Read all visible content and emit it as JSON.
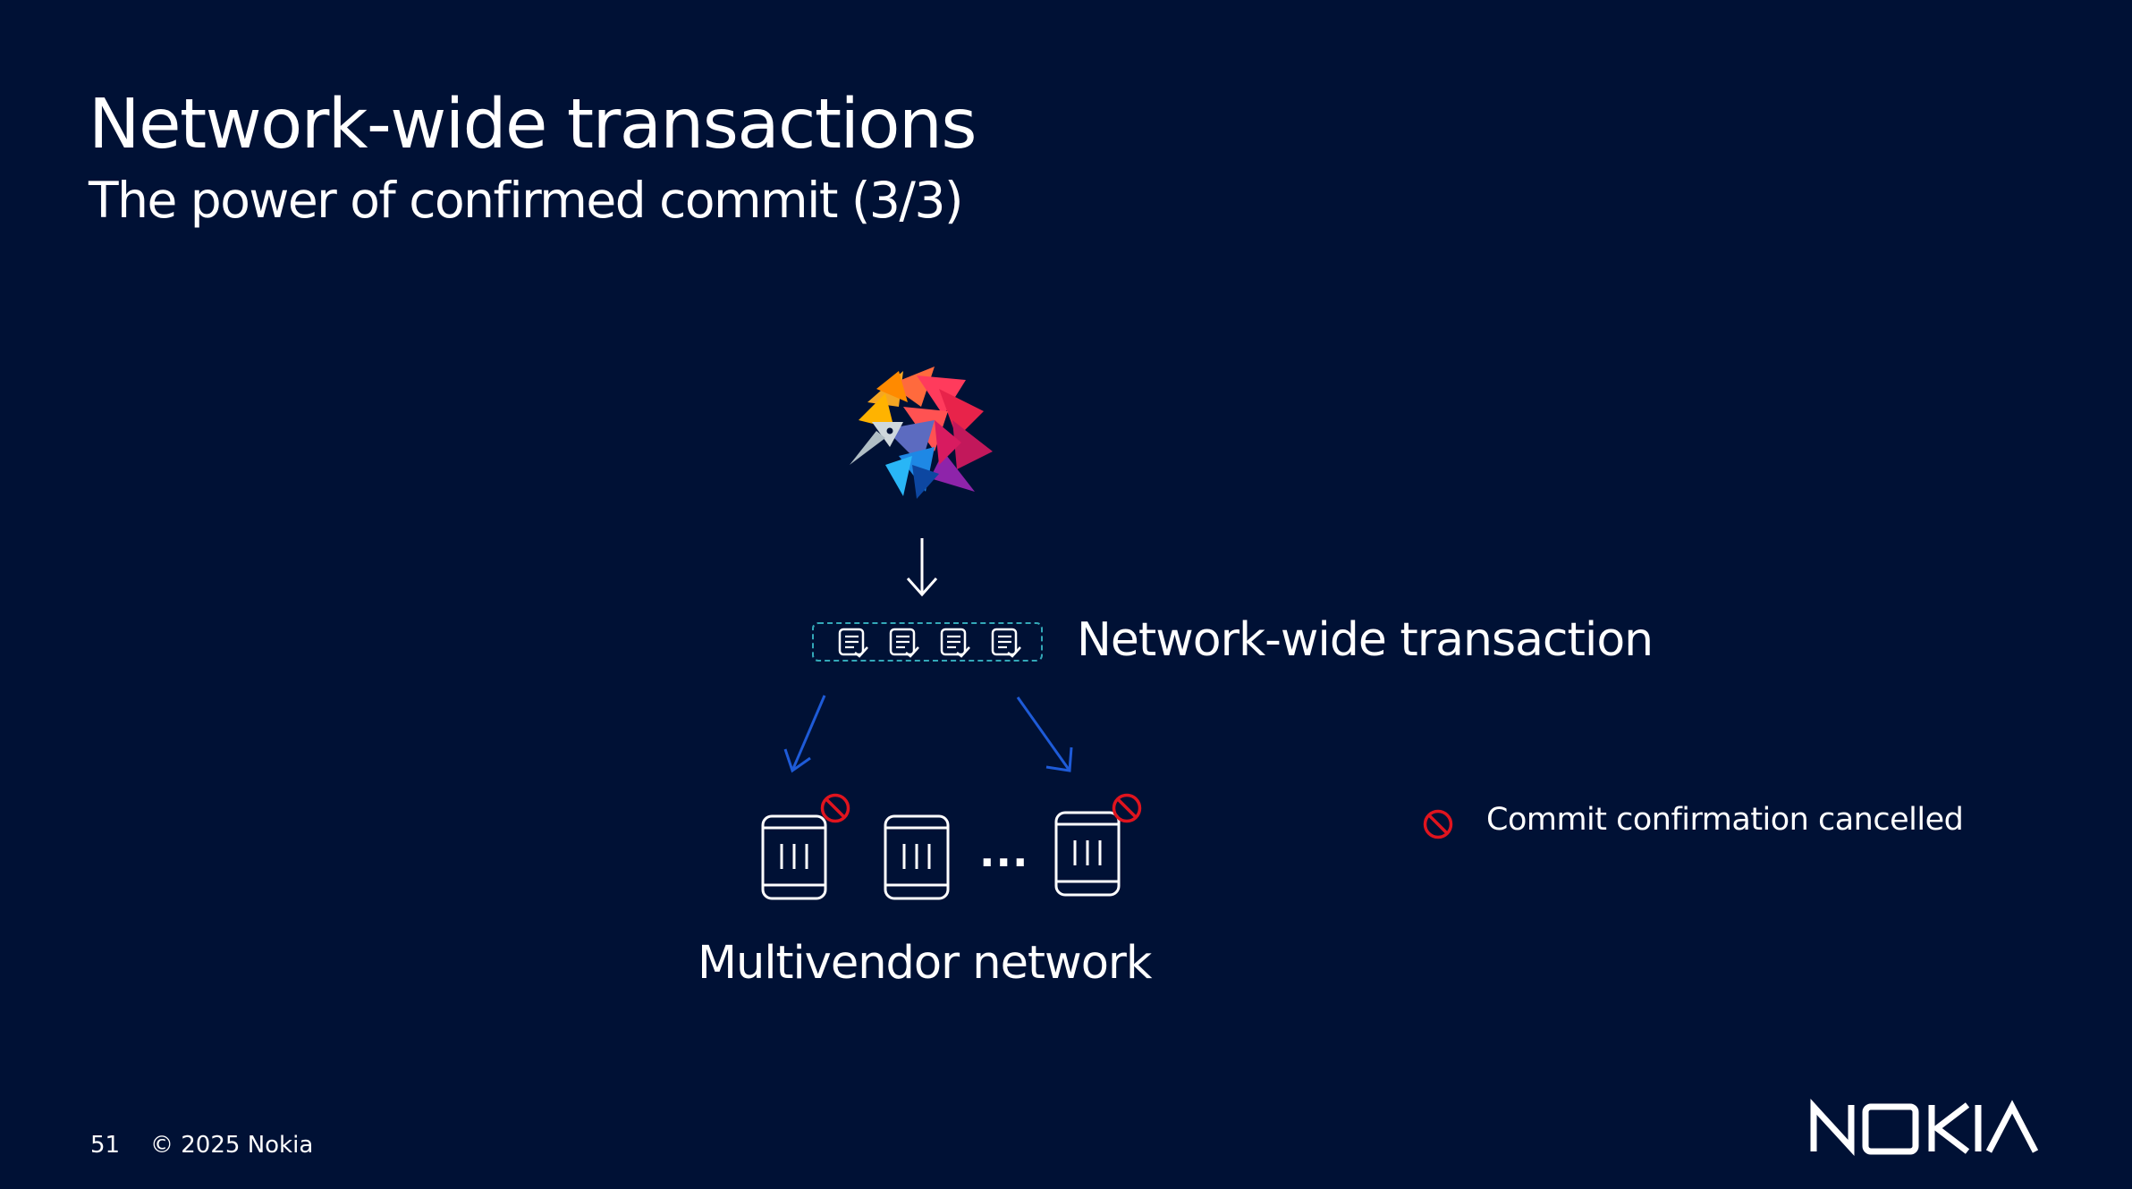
{
  "slide": {
    "title": "Network-wide transactions",
    "subtitle": "The power of confirmed commit (3/3)",
    "page_number": "51",
    "copyright": "© 2025 Nokia"
  },
  "diagram": {
    "transaction_label": "Network-wide transaction",
    "network_label": "Multivendor network",
    "ellipsis": "...",
    "transaction_items": 4,
    "devices": [
      "device-1",
      "device-2",
      "device-3"
    ],
    "cancelled_devices": [
      "device-1",
      "device-3"
    ]
  },
  "legend": {
    "text": "Commit confirmation cancelled",
    "icon": "prohibited-icon"
  },
  "brand": {
    "logo_text": "NOKIA",
    "mascot": "echidna-logo"
  },
  "colors": {
    "background": "#001135",
    "text": "#ffffff",
    "arrow_blue": "#1e5bd8",
    "dashed_box": "#33a8b8",
    "prohibited_red": "#e0141e"
  }
}
